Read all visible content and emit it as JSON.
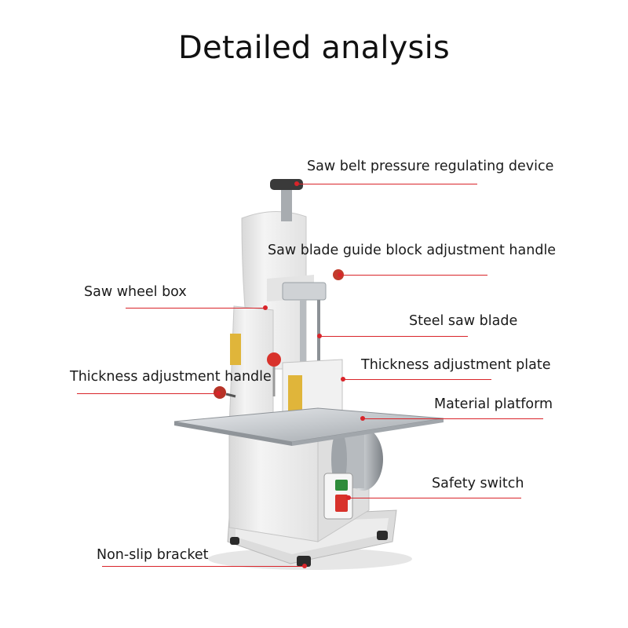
{
  "title": "Detailed analysis",
  "labels": {
    "pressure_device": "Saw belt pressure regulating device",
    "guide_handle": "Saw blade guide block adjustment handle",
    "wheel_box": "Saw wheel box",
    "saw_blade": "Steel saw blade",
    "thickness_plate": "Thickness adjustment plate",
    "thickness_handle": "Thickness adjustment handle",
    "platform": "Material platform",
    "safety_switch": "Safety switch",
    "bracket": "Non-slip bracket"
  },
  "colors": {
    "leader": "#d9242a",
    "machine_body": "#eeeeee",
    "steel": "#c9ccd0",
    "knob": "#3a3a3a",
    "switch_red": "#d8322b"
  }
}
